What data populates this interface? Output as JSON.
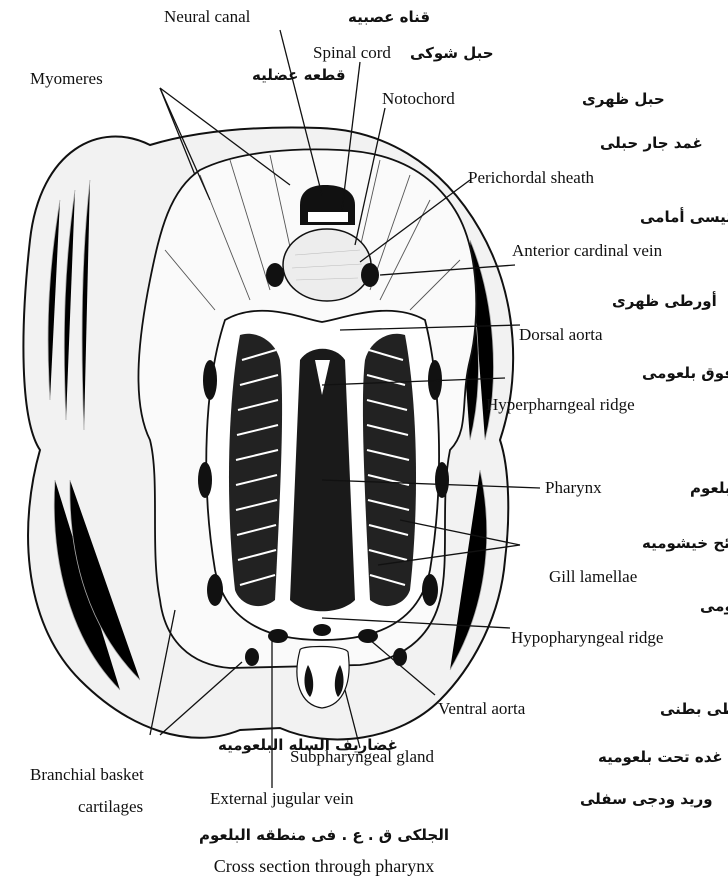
{
  "labels": {
    "neural_canal": {
      "en": "Neural canal",
      "ar": "قناه عصبيه"
    },
    "spinal_cord": {
      "en": "Spinal cord",
      "ar": "حبل شوكى"
    },
    "notochord": {
      "en": "Notochord",
      "ar": "حبل ظهرى"
    },
    "perichordal_sheath": {
      "en": "Perichordal sheath",
      "ar": "غمد جار حبلى"
    },
    "anterior_cardinal_vein": {
      "en": "Anterior cardinal vein",
      "ar": "وريد رئيسى أمامى"
    },
    "dorsal_aorta": {
      "en": "Dorsal aorta",
      "ar": "أورطى ظهرى"
    },
    "hyperpharyngeal_ridge": {
      "en": "Hyperpharngeal ridge",
      "ar": "حاجز فوق بلعومى"
    },
    "pharynx": {
      "en": "Pharynx",
      "ar": "بلعوم"
    },
    "gill_lamellae": {
      "en": "Gill lamellae",
      "ar": "صفائح خيشوميه"
    },
    "hypopharyngeal_ridge": {
      "en": "Hypopharyngeal ridge",
      "ar": "حاجز تحت بلعومى"
    },
    "ventral_aorta": {
      "en": "Ventral aorta",
      "ar": "أورطى بطنى"
    },
    "subpharyngeal_gland": {
      "en": "Subpharyngeal gland",
      "ar": "غده تحت بلعوميه"
    },
    "external_jugular_vein": {
      "en": "External jugular vein",
      "ar": "وريد ودجى سفلى"
    },
    "myomeres": {
      "en": "Myomeres",
      "ar": "قطعه عضليه"
    },
    "branchial_basket": {
      "en_line1": "Branchial basket",
      "en_line2": "cartilages",
      "ar": "غضاريف السله البلعوميه"
    }
  },
  "caption": {
    "ar": "الجلكى ق . ع . فى منطقه البلعوم",
    "en": "Cross section through pharynx"
  }
}
